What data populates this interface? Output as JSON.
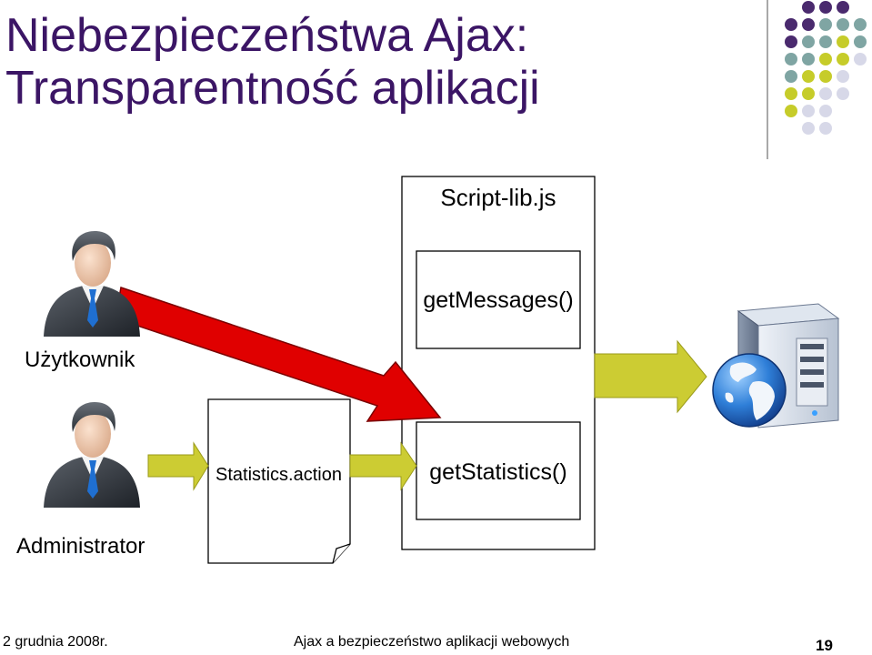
{
  "title": {
    "line1": "Niebezpieczeństwa Ajax:",
    "line2": "Transparentność aplikacji"
  },
  "diagram": {
    "script_lib_label": "Script-lib.js",
    "get_messages_label": "getMessages()",
    "get_statistics_label": "getStatistics()",
    "statistics_action_label": "Statistics.action",
    "user_label": "Użytkownik",
    "admin_label": "Administrator"
  },
  "footer": {
    "date": "2 grudnia 2008r.",
    "subtitle": "Ajax a bezpieczeństwo aplikacji webowych",
    "page_number": "19"
  },
  "colors": {
    "title": "#3b1565",
    "purple_dot": "#4a2a6e",
    "teal_dot": "#7fa5a3",
    "yellow_dot": "#c6cc2a",
    "lavender_dot": "#d7d8e8",
    "arrow_yellow": "#cccc33",
    "arrow_red": "#e00000"
  }
}
